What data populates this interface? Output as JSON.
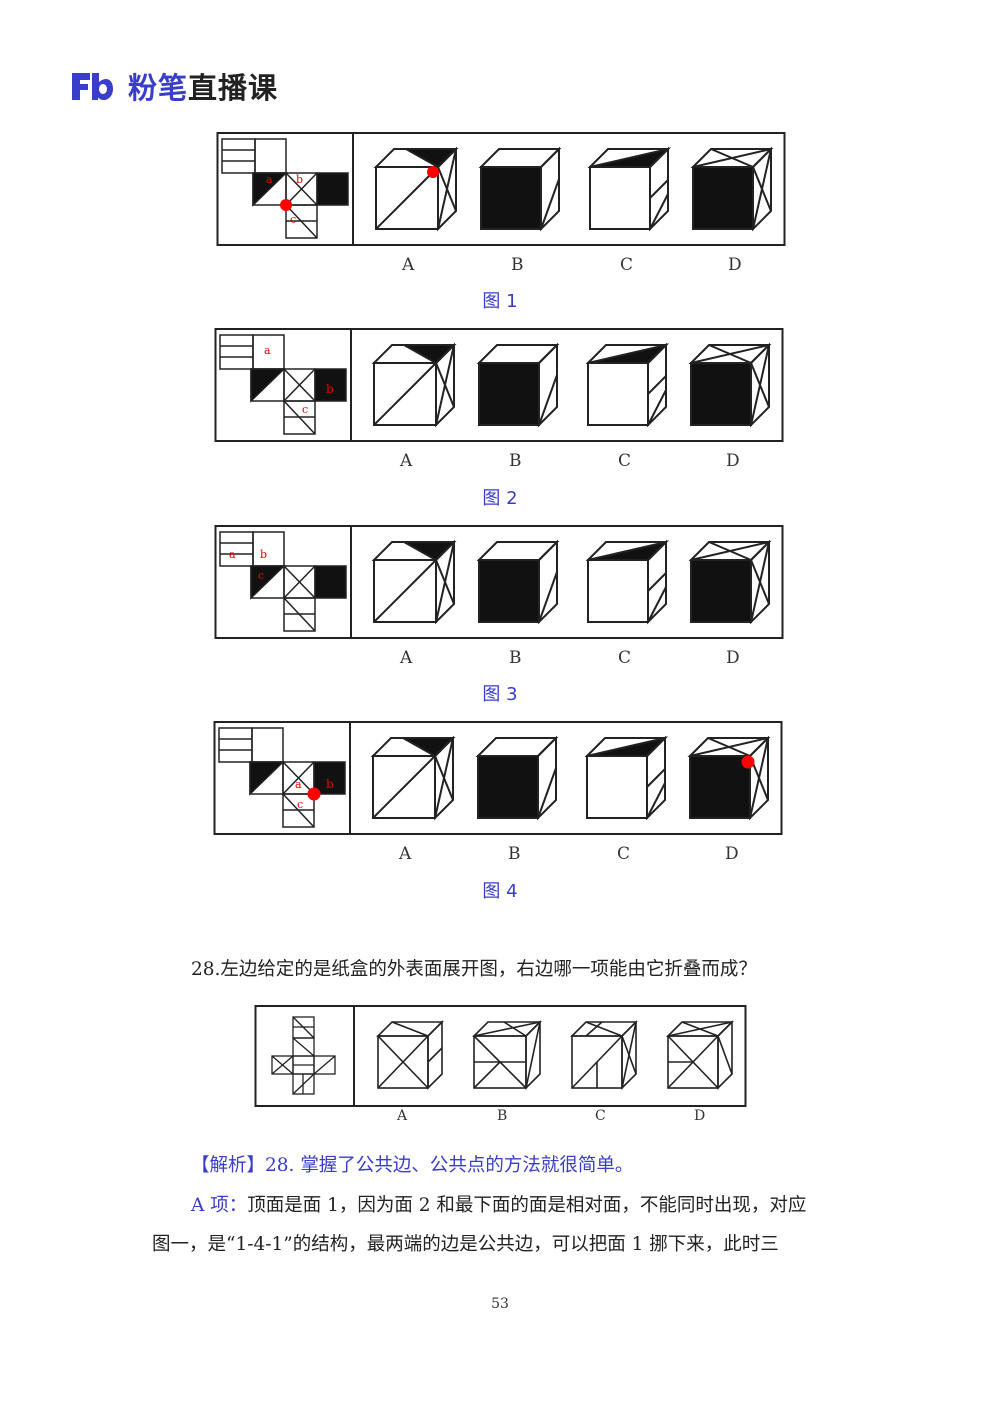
{
  "header": {
    "logo_mark": "Fb",
    "logo_text_1": "粉笔",
    "logo_text_2": "直播课",
    "brand_color": "#3a3dc9"
  },
  "figures": [
    {
      "caption": "图 1",
      "choices": [
        "A",
        "B",
        "C",
        "D"
      ],
      "net_labels": [
        "a",
        "b",
        "c"
      ]
    },
    {
      "caption": "图 2",
      "choices": [
        "A",
        "B",
        "C",
        "D"
      ],
      "net_labels": [
        "a",
        "b",
        "c"
      ]
    },
    {
      "caption": "图 3",
      "choices": [
        "A",
        "B",
        "C",
        "D"
      ],
      "net_labels": [
        "a",
        "b",
        "c"
      ]
    },
    {
      "caption": "图 4",
      "choices": [
        "A",
        "B",
        "C",
        "D"
      ],
      "net_labels": [
        "a",
        "b",
        "c"
      ]
    }
  ],
  "question": {
    "text": "28.左边给定的是纸盒的外表面展开图，右边哪一项能由它折叠而成？",
    "choices": [
      "A",
      "B",
      "C",
      "D"
    ]
  },
  "analysis": {
    "tag": "【解析】",
    "line1": "28. 掌握了公共边、公共点的方法就很简单。",
    "line2_head": "A 项：",
    "line2": "顶面是面 1，因为面 2 和最下面的面是相对面，不能同时出现，对应",
    "line3": "图一，是“1-4-1”的结构，最两端的边是公共边，可以把面 1 挪下来，此时三"
  },
  "page_number": "53"
}
